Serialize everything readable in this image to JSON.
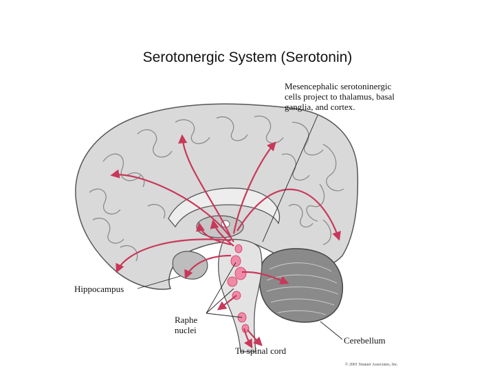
{
  "slide": {
    "title": "Serotonergic System (Serotonin)"
  },
  "labels": {
    "mesencephalic": [
      "Mesencephalic serotoninergic",
      "cells project to thalamus, basal",
      "ganglia, and cortex."
    ],
    "hippocampus": "Hippocampus",
    "raphe": [
      "Raphe",
      "nuclei"
    ],
    "cerebellum": "Cerebellum",
    "spinal": "To spinal cord"
  },
  "copyright": "© 2001 Sinauer Associates, Inc.",
  "colors": {
    "pathway": "#c8385a",
    "nuclei": "#f08aa6",
    "brain": "#d9d9d9",
    "outline": "#555555"
  }
}
